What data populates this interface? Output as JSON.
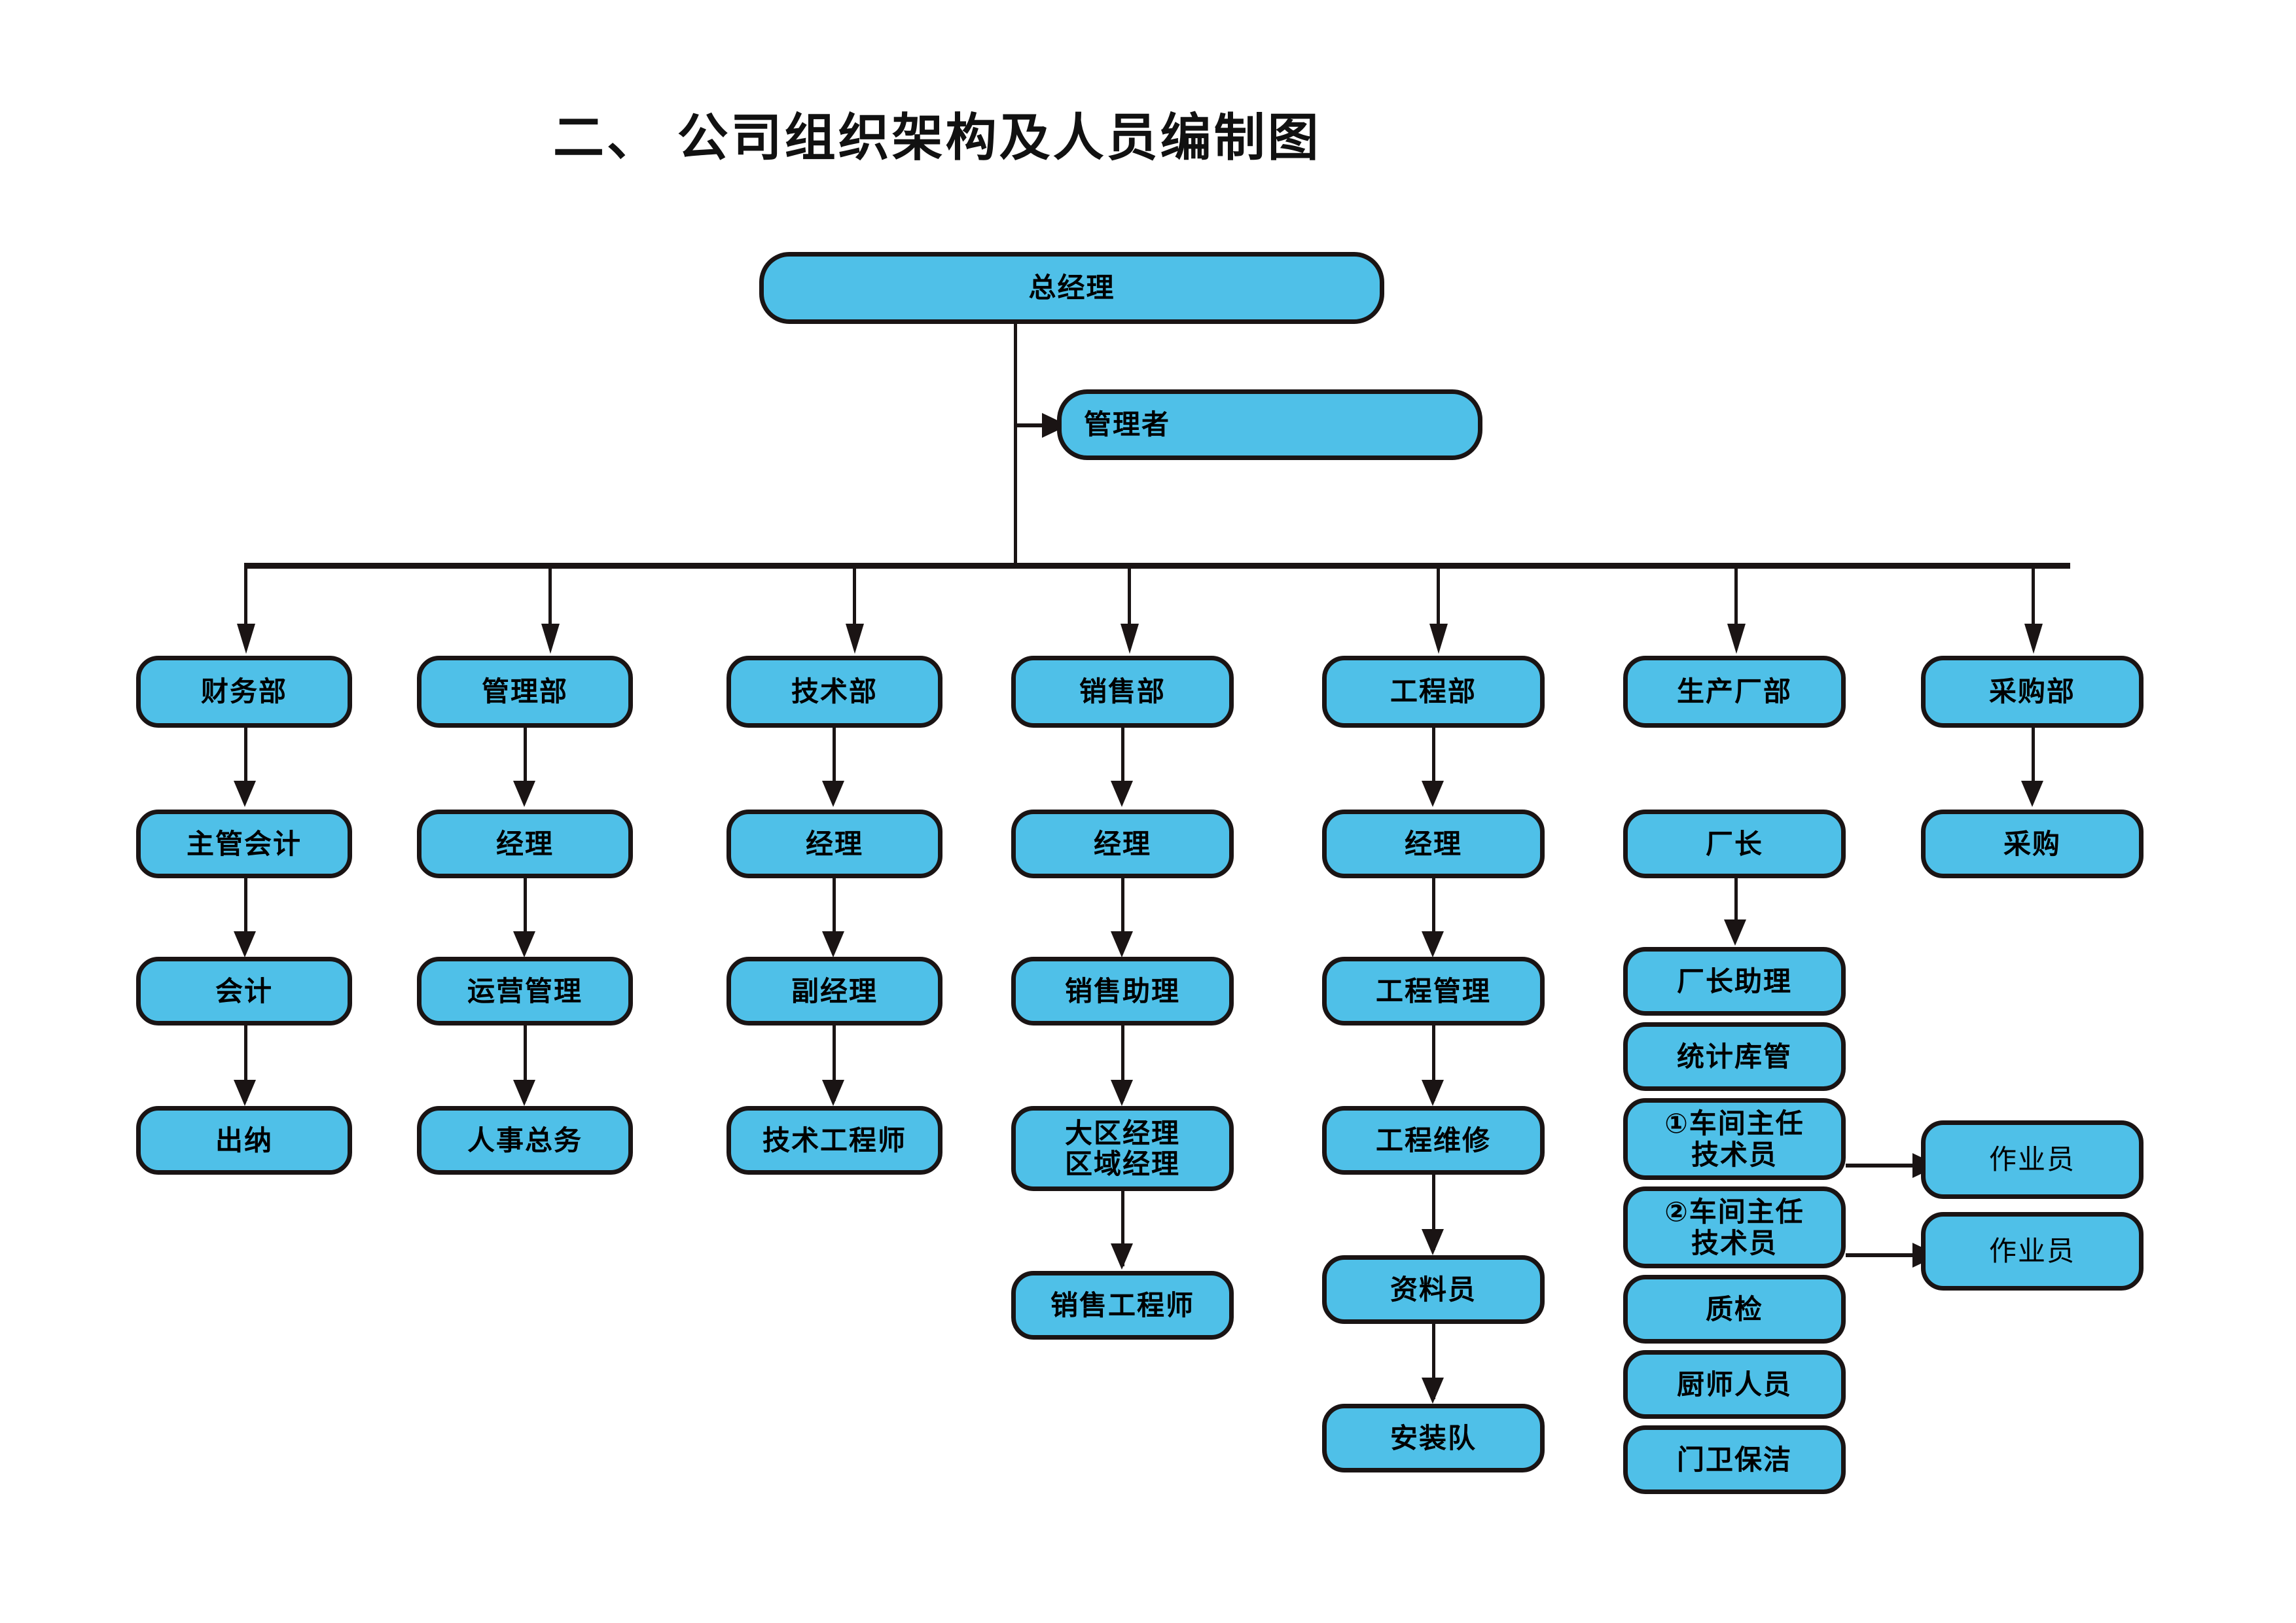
{
  "page": {
    "title": "二、 公司组织架构及人员编制图",
    "background_color": "#ffffff",
    "node_fill_color": "#4FC0E8",
    "node_border_color": "#1a1414"
  },
  "chart_data": {
    "type": "diagram",
    "diagram_kind": "organization-chart",
    "title": "二、 公司组织架构及人员编制图",
    "root": "总经理",
    "advisor": "管理者",
    "departments": [
      "财务部",
      "管理部",
      "技术部",
      "销售部",
      "工程部",
      "生产厂部",
      "采购部"
    ],
    "columns": [
      {
        "department": "财务部",
        "chain": [
          "主管会计",
          "会计",
          "出纳"
        ]
      },
      {
        "department": "管理部",
        "chain": [
          "经理",
          "运营管理",
          "人事总务"
        ]
      },
      {
        "department": "技术部",
        "chain": [
          "经理",
          "副经理",
          "技术工程师"
        ]
      },
      {
        "department": "销售部",
        "chain": [
          "经理",
          "销售助理",
          "大区经理\n区域经理",
          "销售工程师"
        ]
      },
      {
        "department": "工程部",
        "chain": [
          "经理",
          "工程管理",
          "工程维修",
          "资料员",
          "安装队"
        ]
      },
      {
        "department": "生产厂部",
        "chain": [
          "厂长",
          "厂长助理",
          "统计库管",
          "①车间主任\n技术员",
          "②车间主任\n技术员",
          "质检",
          "厨师人员",
          "门卫保洁"
        ]
      },
      {
        "department": "采购部",
        "chain": [
          "采购"
        ]
      }
    ],
    "side_branches": [
      {
        "from": "①车间主任 技术员",
        "to": "作业员"
      },
      {
        "from": "②车间主任 技术员",
        "to": "作业员"
      }
    ]
  },
  "nodes": {
    "root": "总经理",
    "advisor": "管理者",
    "dept_finance": "财务部",
    "dept_admin": "管理部",
    "dept_tech": "技术部",
    "dept_sales": "销售部",
    "dept_eng": "工程部",
    "dept_factory": "生产厂部",
    "dept_purchase": "采购部",
    "fin_1": "主管会计",
    "fin_2": "会计",
    "fin_3": "出纳",
    "adm_1": "经理",
    "adm_2": "运营管理",
    "adm_3": "人事总务",
    "tec_1": "经理",
    "tec_2": "副经理",
    "tec_3": "技术工程师",
    "sal_1": "经理",
    "sal_2": "销售助理",
    "sal_3": "大区经理\n区域经理",
    "sal_4": "销售工程师",
    "eng_1": "经理",
    "eng_2": "工程管理",
    "eng_3": "工程维修",
    "eng_4": "资料员",
    "eng_5": "安装队",
    "fac_1": "厂长",
    "fac_2": "厂长助理",
    "fac_3": "统计库管",
    "fac_4": "①车间主任\n技术员",
    "fac_5": "②车间主任\n技术员",
    "fac_6": "质检",
    "fac_7": "厨师人员",
    "fac_8": "门卫保洁",
    "worker_1": "作业员",
    "worker_2": "作业员",
    "pur_1": "采购"
  }
}
